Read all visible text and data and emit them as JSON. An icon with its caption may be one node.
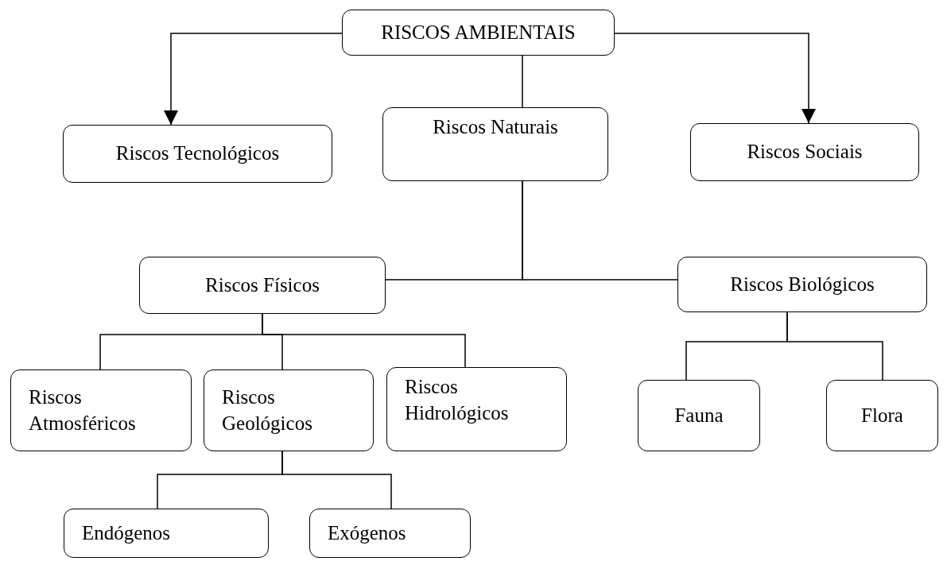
{
  "diagram": {
    "nodes": [
      {
        "text": [
          "RISCOS AMBIENTAIS"
        ]
      },
      {
        "text": [
          "Riscos Tecnológicos"
        ]
      },
      {
        "text": [
          "Riscos Naturais"
        ]
      },
      {
        "text": [
          "Riscos Sociais"
        ]
      },
      {
        "text": [
          "Riscos Físicos"
        ]
      },
      {
        "text": [
          "Riscos Biológicos"
        ]
      },
      {
        "text": [
          "Riscos Atmosféricos"
        ]
      },
      {
        "text": [
          "Riscos Geológicos"
        ]
      },
      {
        "text": [
          "Riscos Hidrológicos"
        ]
      },
      {
        "text": [
          "Fauna"
        ]
      },
      {
        "text": [
          "Flora"
        ]
      },
      {
        "text": [
          "Endógenos"
        ]
      },
      {
        "text": [
          "Exógenos"
        ]
      }
    ],
    "edges": [
      {
        "from": 0,
        "to": 1,
        "arrow": "to"
      },
      {
        "from": 0,
        "to": 2,
        "arrow": "none"
      },
      {
        "from": 0,
        "to": 3,
        "arrow": "to"
      },
      {
        "from": 2,
        "to": 4,
        "arrow": "none"
      },
      {
        "from": 2,
        "to": 5,
        "arrow": "none"
      },
      {
        "from": 4,
        "to": 6,
        "arrow": "none"
      },
      {
        "from": 4,
        "to": 7,
        "arrow": "none"
      },
      {
        "from": 4,
        "to": 8,
        "arrow": "none"
      },
      {
        "from": 5,
        "to": 9,
        "arrow": "none"
      },
      {
        "from": 5,
        "to": 10,
        "arrow": "none"
      },
      {
        "from": 7,
        "to": 11,
        "arrow": "none"
      },
      {
        "from": 7,
        "to": 12,
        "arrow": "none"
      }
    ]
  }
}
